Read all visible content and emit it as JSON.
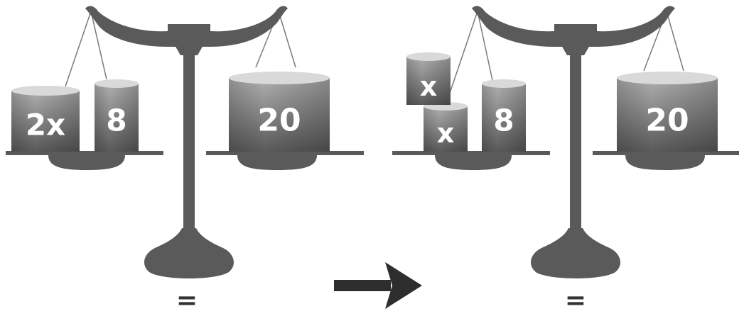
{
  "colors": {
    "scale": "#5a5a5a",
    "weight_top": "#d9d9d9",
    "weight_body_light": "#a6a6a6",
    "weight_body_dark": "#5c5c5c",
    "label": "#ffffff",
    "arrow": "#2e2e2e",
    "equals": "#333333"
  },
  "left_scale": {
    "left_pan": [
      "2x",
      "8"
    ],
    "right_pan": [
      "20"
    ],
    "balance_symbol": "="
  },
  "transition": {
    "icon": "right-arrow-icon"
  },
  "right_scale": {
    "left_pan": [
      "x",
      "x",
      "8"
    ],
    "right_pan": [
      "20"
    ],
    "balance_symbol": "="
  }
}
